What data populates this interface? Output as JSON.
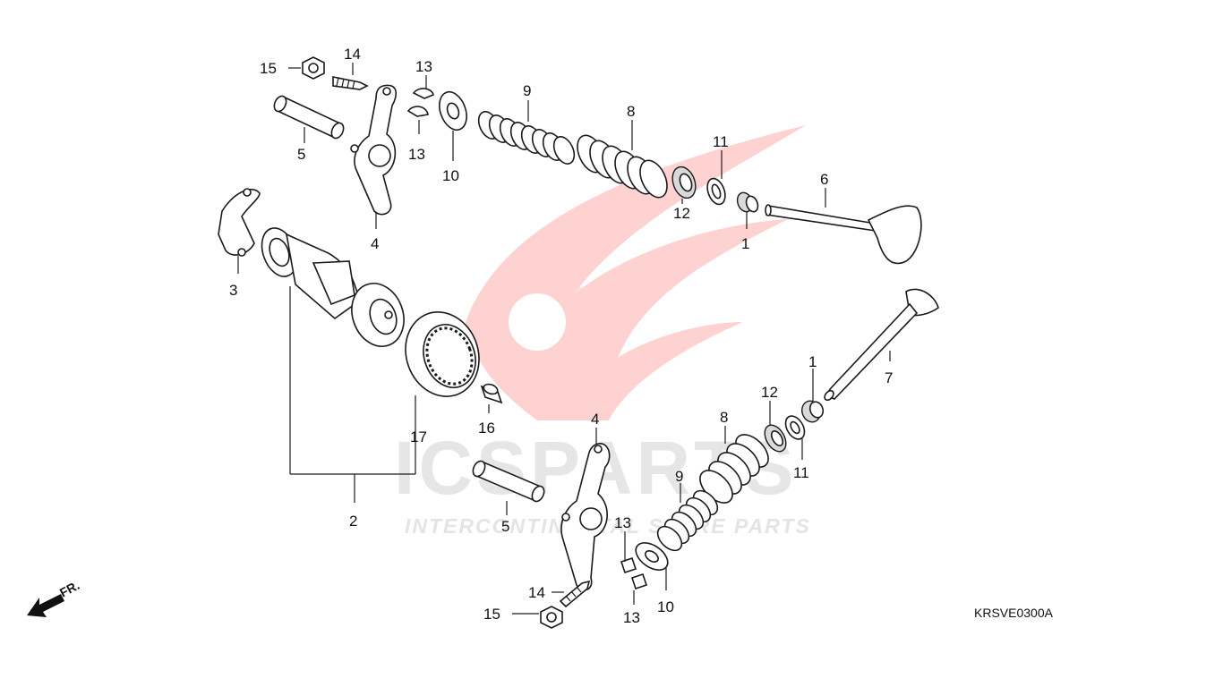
{
  "diagram": {
    "code": "KRSVE0300A",
    "direction_label": "FR.",
    "callouts": [
      "1",
      "1",
      "2",
      "3",
      "4",
      "4",
      "5",
      "5",
      "6",
      "7",
      "8",
      "8",
      "9",
      "9",
      "10",
      "10",
      "11",
      "11",
      "12",
      "12",
      "13",
      "13",
      "13",
      "13",
      "14",
      "14",
      "15",
      "15",
      "16",
      "17"
    ]
  },
  "watermark": {
    "brand": "ICSPARTS",
    "tagline": "INTERCONTINENTAL SPARE PARTS",
    "color": "#ffd2d2"
  },
  "colors": {
    "line": "#1a1a1a",
    "watermark_red": "#ffd2d2",
    "watermark_gray": "#e6e6e6"
  }
}
